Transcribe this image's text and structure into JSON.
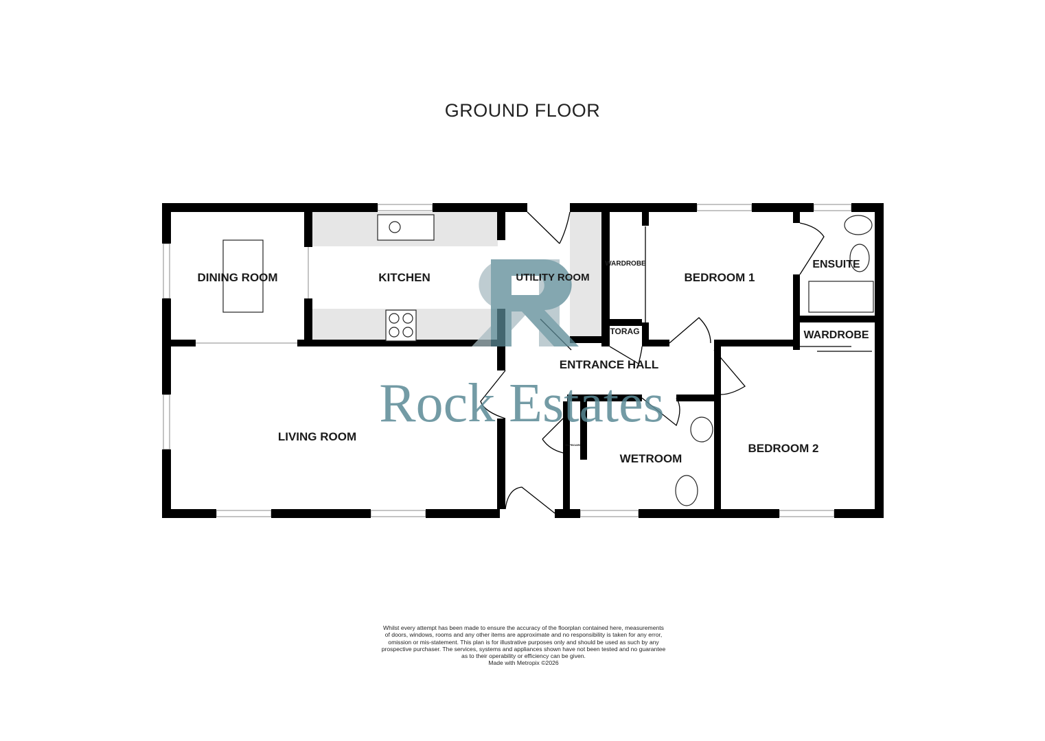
{
  "title": "GROUND FLOOR",
  "rooms": {
    "dining": "DINING ROOM",
    "kitchen": "KITCHEN",
    "utility": "UTILITY ROOM",
    "wardrobe1": "WARDROBE",
    "storage": "TORAG",
    "bedroom1": "BEDROOM 1",
    "ensuite": "ENSUITE",
    "wardrobe2": "WARDROBE",
    "entrance_hall": "ENTRANCE HALL",
    "living": "LIVING ROOM",
    "cupboard": "CUPBOARD",
    "wetroom": "WETROOM",
    "bedroom2": "BEDROOM 2"
  },
  "watermark": {
    "text": "Rock Estates",
    "logo": "R",
    "color": "#5b8a96"
  },
  "colors": {
    "wall": "#000000",
    "fitted_units": "#e6e6e6"
  },
  "disclaimer": [
    "Whilst every attempt has been made to ensure the accuracy of the floorplan contained here, measurements",
    "of doors, windows, rooms and any other items are approximate and no responsibility is taken for any error,",
    "omission or mis-statement. This plan is for illustrative purposes only and should be used as such by any",
    "prospective purchaser. The services, systems and appliances shown have not been tested and no guarantee",
    "as to their operability or efficiency can be given.",
    "Made with Metropix ©2026"
  ]
}
